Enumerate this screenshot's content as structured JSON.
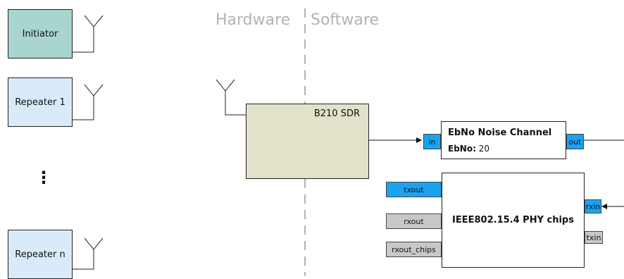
{
  "labels": {
    "hardware": "Hardware",
    "software": "Software",
    "ellipsis": "⋮"
  },
  "devices": {
    "initiator": "Initiator",
    "repeater1": "Repeater 1",
    "repeatern": "Repeater n"
  },
  "sdr": {
    "title": "B210 SDR"
  },
  "noise_channel": {
    "title": "EbNo Noise Channel",
    "param_label": "EbNo:",
    "param_value": "20",
    "port_in": "in",
    "port_out": "out"
  },
  "phy": {
    "title": "IEEE802.15.4 PHY chips",
    "port_txout": "txout",
    "port_rxout": "rxout",
    "port_rxout_chips": "rxout_chips",
    "port_rxin": "rxin",
    "port_txin": "txin"
  },
  "colors": {
    "initiator": "#a8d5cf",
    "repeater": "#d9ebfb",
    "sdr": "#e2e2c9",
    "port_active": "#1aa3f0",
    "port_inactive": "#c8c8c8",
    "divider": "#b3b3b3"
  }
}
